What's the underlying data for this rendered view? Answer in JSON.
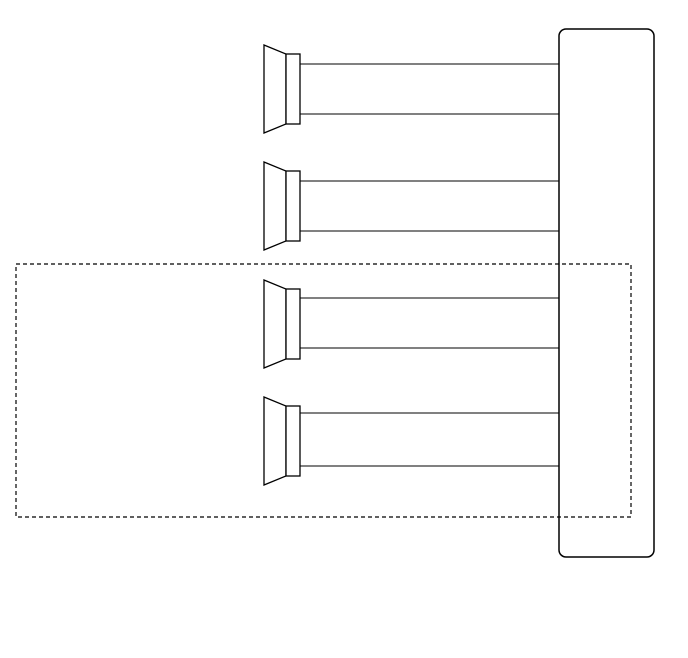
{
  "diagram": {
    "speaker_count": 4,
    "grouped_speaker_count": 2,
    "wires_per_speaker": 2,
    "colors": {
      "background": "#ffffff",
      "stroke": "#000000",
      "wire": "#000000"
    },
    "components": {
      "speakers": [
        {
          "icon": "speaker-icon",
          "index": 1,
          "in_group": false
        },
        {
          "icon": "speaker-icon",
          "index": 2,
          "in_group": false
        },
        {
          "icon": "speaker-icon",
          "index": 3,
          "in_group": true
        },
        {
          "icon": "speaker-icon",
          "index": 4,
          "in_group": true
        }
      ],
      "amplifier": {
        "icon": "amplifier-box"
      },
      "group": {
        "style": "dashed"
      }
    }
  }
}
